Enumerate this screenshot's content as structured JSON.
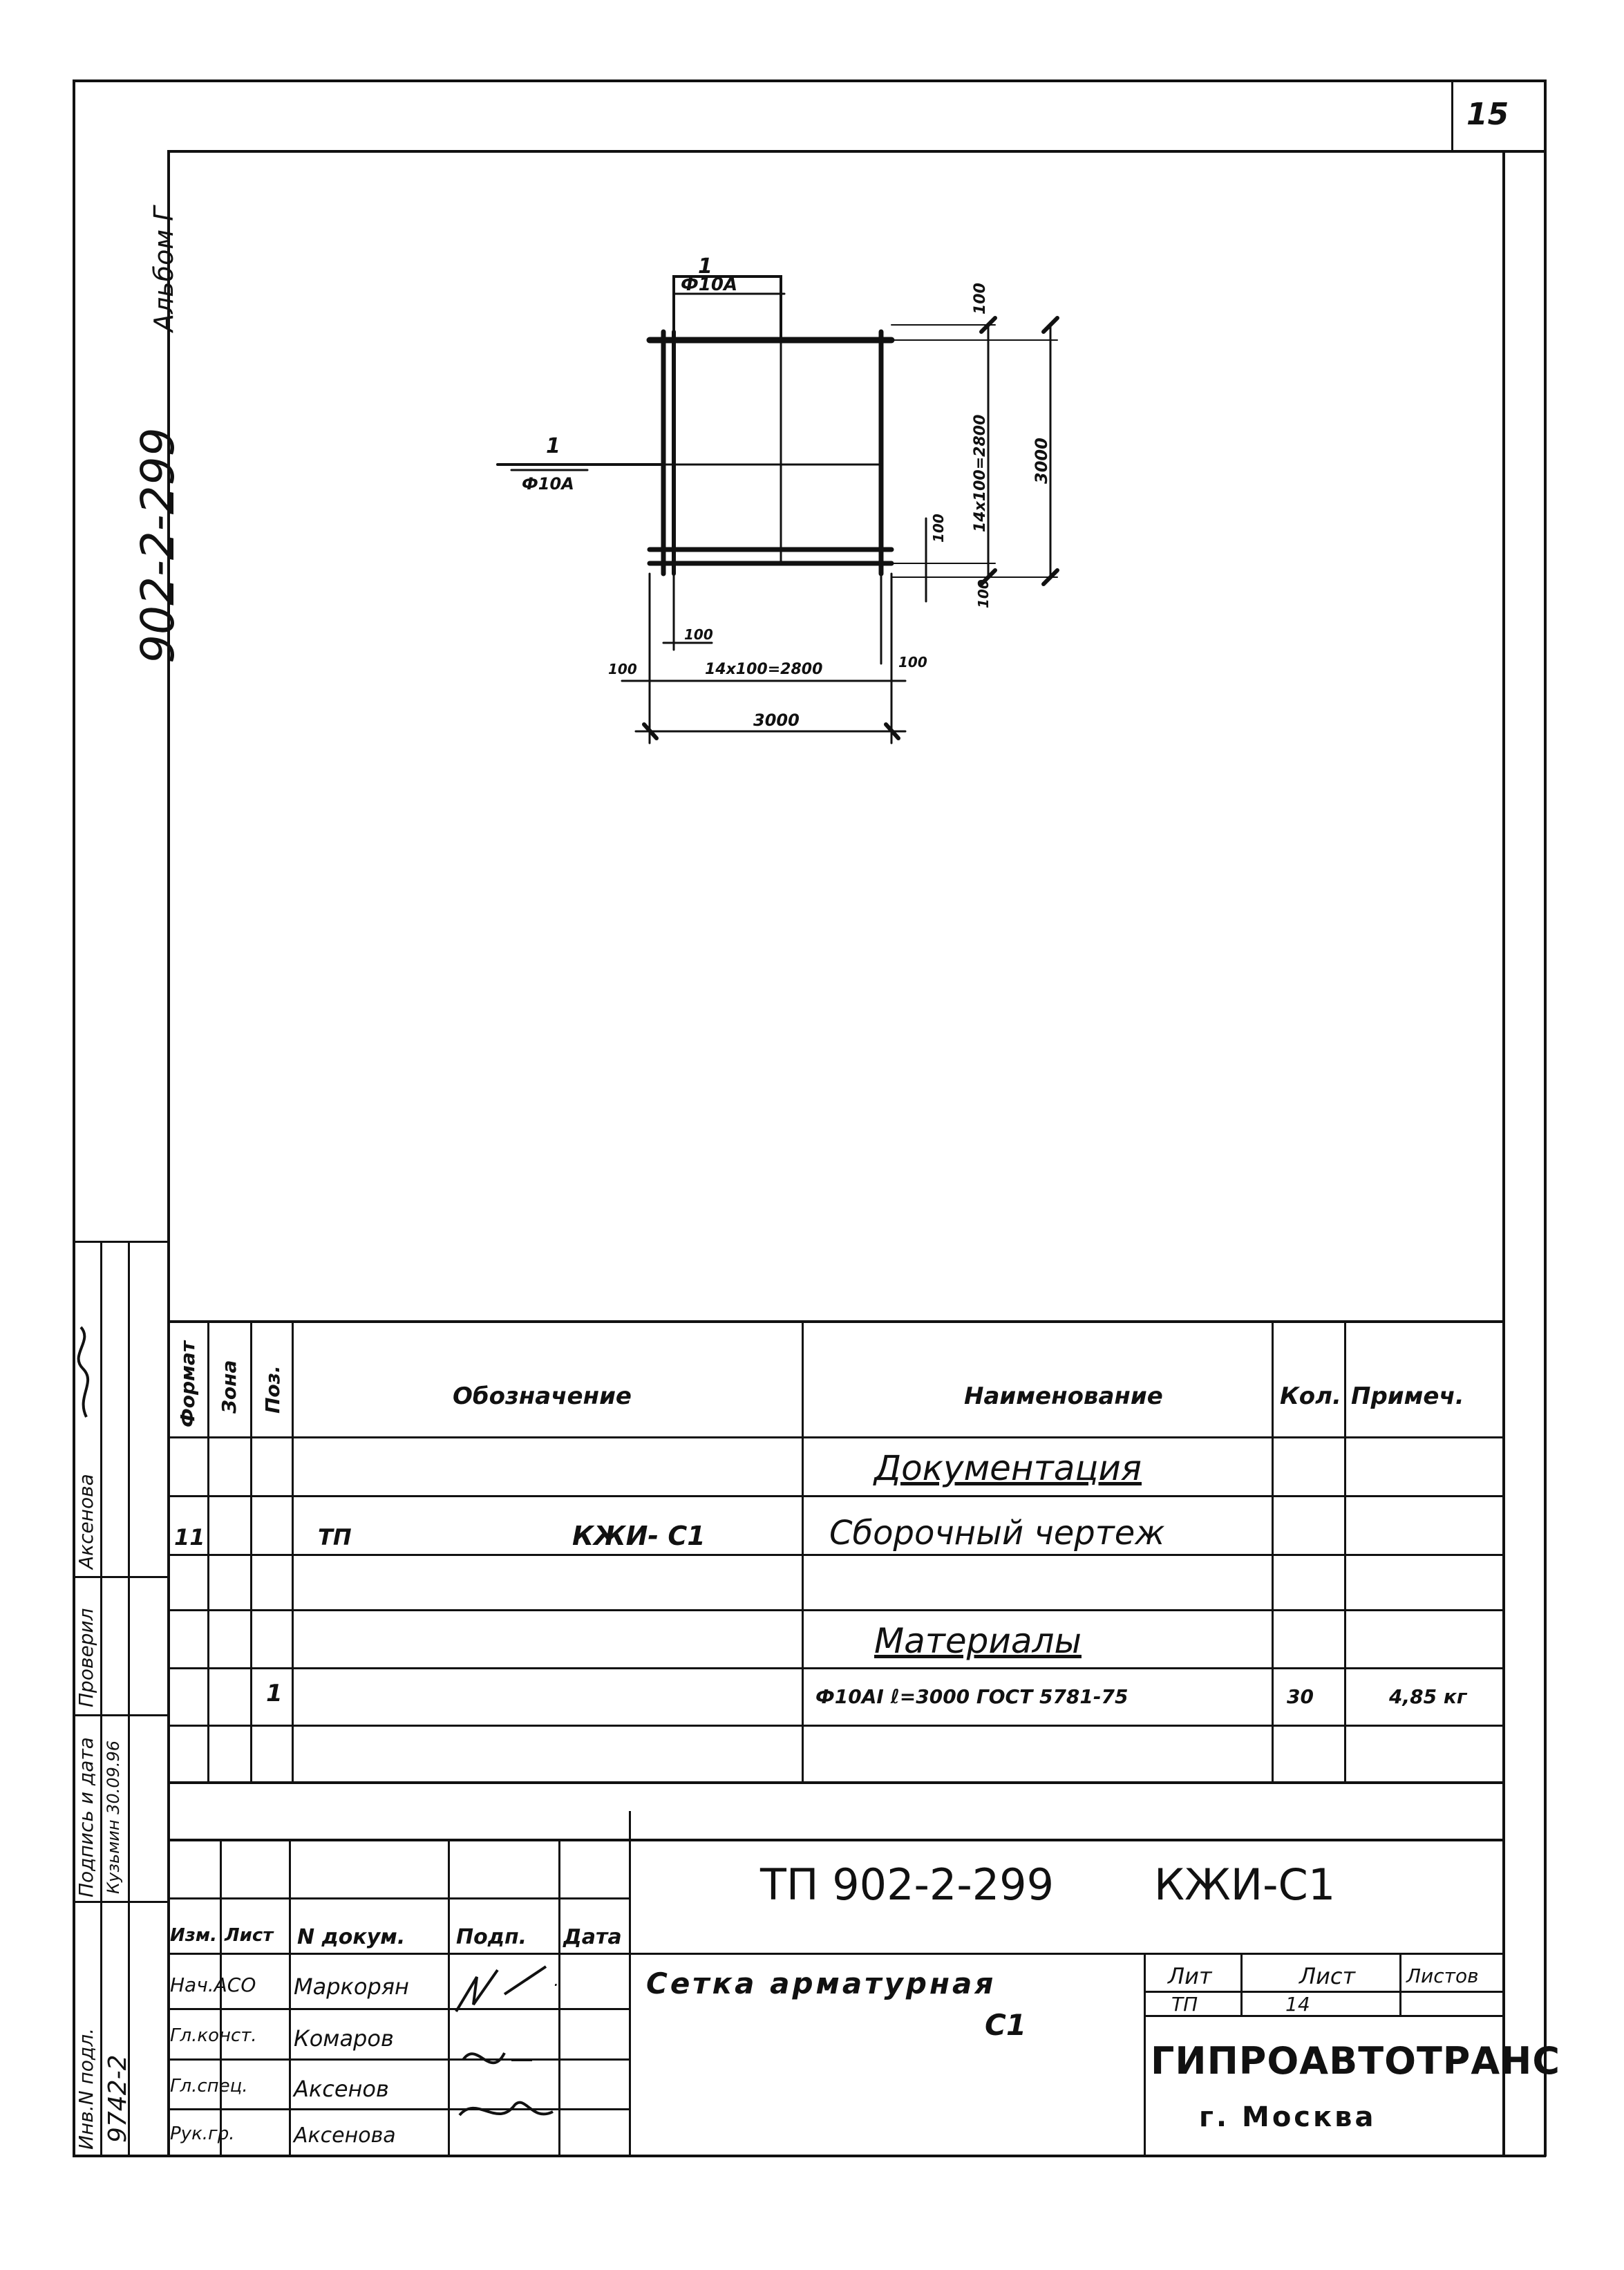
{
  "sheet": {
    "page_number": "15",
    "album": "Альбом Г",
    "project_code_margin": "902-2-299"
  },
  "drawing": {
    "top_callout": {
      "pos": "1",
      "bar": "Ф10А"
    },
    "left_callout": {
      "pos": "1",
      "bar": "Ф10А"
    },
    "dims_vertical": [
      "100",
      "14х100=2800",
      "3000",
      "100",
      "100"
    ],
    "dims_horizontal": [
      "100",
      "100",
      "14х100=2800",
      "100",
      "3000"
    ]
  },
  "spec": {
    "headers": {
      "format": "Формат",
      "zone": "Зона",
      "pos": "Поз.",
      "designation": "Обозначение",
      "name": "Наименование",
      "qty": "Кол.",
      "note": "Примеч."
    },
    "sections": {
      "documentation": "Документация",
      "materials": "Материалы"
    },
    "rows": [
      {
        "format": "11",
        "zone": "",
        "pos": "",
        "designation_left": "ТП",
        "designation_right": "КЖИ- С1",
        "name": "Сборочный чертеж",
        "qty": "",
        "note": ""
      },
      {
        "format": "",
        "zone": "",
        "pos": "1",
        "designation_left": "",
        "designation_right": "",
        "name": "Ф10АI ℓ=3000 ГОСТ 5781-75",
        "qty": "30",
        "note": "4,85 кг"
      }
    ]
  },
  "title_block": {
    "designation": "ТП 902-2-299",
    "code": "КЖИ-С1",
    "title_line1": "Сетка арматурная",
    "title_line2": "С1",
    "stage_header": "Лит",
    "sheet_header": "Лист",
    "sheets_header": "Листов",
    "stage": "ТП",
    "sheet": "14",
    "sheets": "",
    "org": "ГИПРОАВТОТРАНС",
    "city": "г. Москва",
    "col_headers": {
      "izm": "Изм.",
      "list": "Лист",
      "doc": "N докум.",
      "sign": "Подп.",
      "date": "Дата"
    },
    "people": [
      {
        "role": "Нач.АСО",
        "name": "Маркорян"
      },
      {
        "role": "Гл.конст.",
        "name": "Комаров"
      },
      {
        "role": "Гл.спец.",
        "name": "Аксенов"
      },
      {
        "role": "Рук.гр.",
        "name": "Аксенова"
      }
    ]
  },
  "left_stamp": {
    "inv_no_label": "Инв.N подл.",
    "inv_no": "9742-2",
    "sign_date_label": "Подпись и дата",
    "sign_date": "Кузьмин 30.09.96",
    "checked_label": "Проверил",
    "checked_name": "Аксенова"
  }
}
